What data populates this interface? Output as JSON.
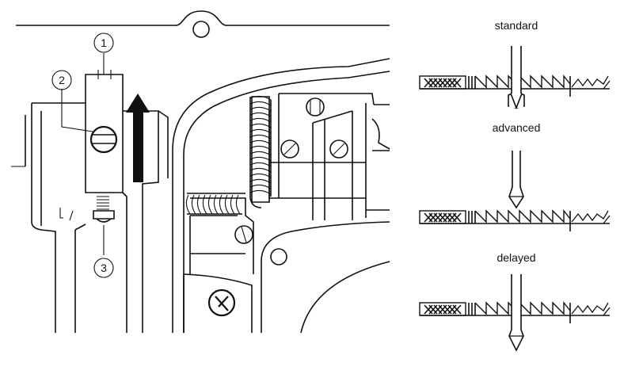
{
  "callouts": [
    {
      "id": "1",
      "label": "1"
    },
    {
      "id": "2",
      "label": "2"
    },
    {
      "id": "3",
      "label": "3"
    }
  ],
  "timing": {
    "standard": "standard",
    "advanced": "advanced",
    "delayed": "delayed"
  },
  "colors": {
    "line": "#111111",
    "background": "#ffffff"
  },
  "icons": {
    "direction": "up-arrow-icon",
    "fixing_screw": "slotted-screw-icon",
    "adjust_symbol": "adjust-knob-icon"
  }
}
